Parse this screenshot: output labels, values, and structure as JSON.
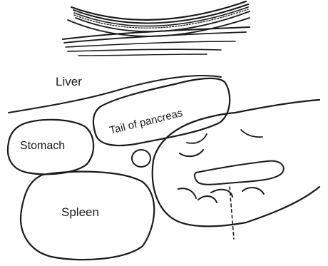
{
  "labels": {
    "liver": "Liver",
    "tail_of_pancreas": "Tail of pancreas",
    "stomach": "Stomach",
    "spleen": "Spleen"
  },
  "colors": {
    "ink": "#1a1a1a",
    "background": "#ffffff"
  }
}
